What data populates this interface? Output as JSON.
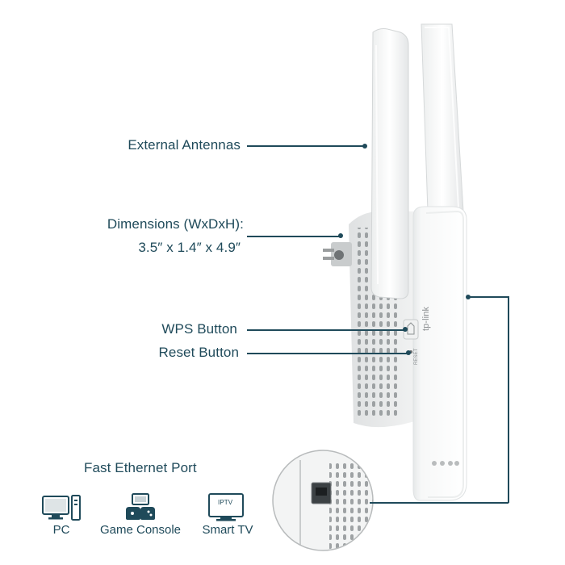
{
  "callouts": {
    "antennas": "External Antennas",
    "dimensions_title": "Dimensions (WxDxH):",
    "dimensions_value": "3.5″ x 1.4″ x 4.9″",
    "wps": "WPS Button",
    "reset": "Reset Button"
  },
  "ethernet": {
    "title": "Fast Ethernet Port",
    "devices": [
      {
        "label": "PC",
        "icon": "pc-icon"
      },
      {
        "label": "Game Console",
        "icon": "game-console-icon"
      },
      {
        "label": "Smart TV",
        "icon": "smart-tv-icon"
      }
    ]
  },
  "device_text": {
    "brand_logo": "tp-link",
    "reset_mark": "RESET",
    "tv_screen_text": "IPTV"
  },
  "colors": {
    "accent": "#1f4a5a",
    "device_body": "#f4f5f5",
    "device_shadow": "#d9dcdd"
  }
}
